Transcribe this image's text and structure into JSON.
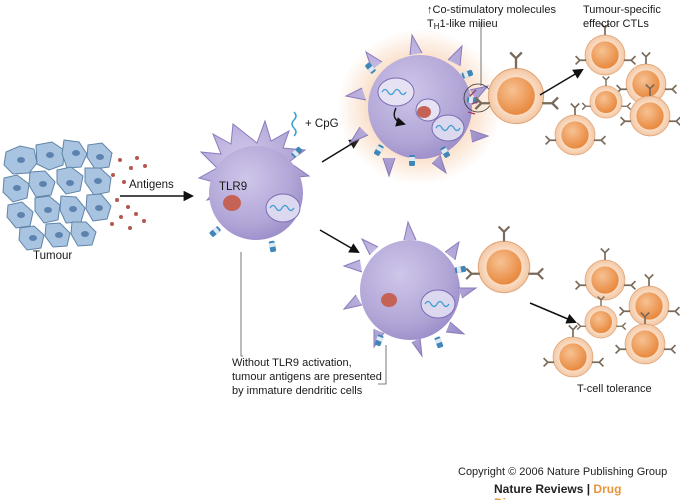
{
  "labels": {
    "tumour": "Tumour",
    "antigens": "Antigens",
    "cpg": "+ CpG",
    "tlr9": "TLR9",
    "costim_line1": "Co-stimulatory molecules",
    "costim_arrow": "↑",
    "costim_line2_t": "T",
    "costim_line2_sub": "H",
    "costim_line2_rest": "1-like milieu",
    "effector_line1": "Tumour-specific",
    "effector_line2": "effector CTLs",
    "without_line1": "Without TLR9 activation,",
    "without_line2": "tumour antigens are presented",
    "without_line3": "by immature dendritic cells",
    "tolerance": "T-cell tolerance"
  },
  "footer": {
    "copyright": "Copyright © 2006 Nature Publishing Group",
    "journal": "Nature Reviews",
    "separator": "|",
    "section": "Drug Discovery"
  },
  "colors": {
    "tumour_cell": "#a9c4e0",
    "dc_body": "#b3a7d6",
    "activated_halo": "#f6c9a4",
    "t_cell": "#f0a463",
    "t_cell_halo": "#f9dcc4",
    "antigen_dot": "#b5564f",
    "receptor_blue": "#3f87b8",
    "journal_accent": "#e8953a"
  }
}
